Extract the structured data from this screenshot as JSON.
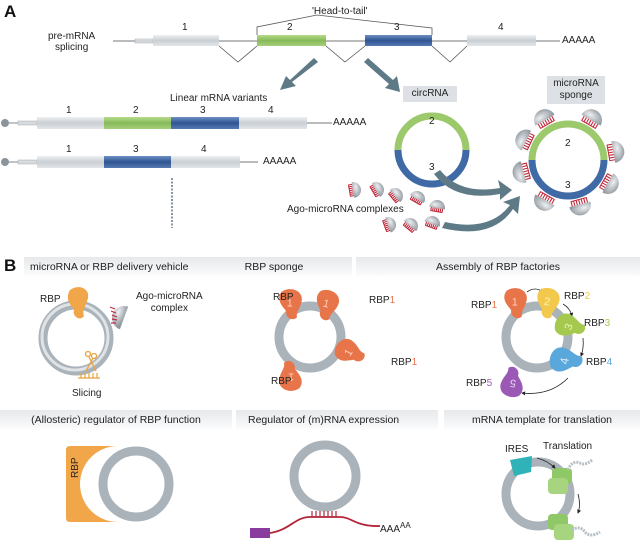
{
  "panel_a": {
    "letter": "A",
    "pre_mrna_label_line1": "pre-mRNA",
    "pre_mrna_label_line2": "splicing",
    "head_to_tail_label": "'Head-to-tail'",
    "exon_labels": [
      "1",
      "2",
      "3",
      "4"
    ],
    "poly_a_tail": "AAAAA",
    "linear_variants_label": "Linear mRNA variants",
    "variant1_exons": [
      "1",
      "2",
      "3",
      "4"
    ],
    "variant2_exons": [
      "1",
      "3",
      "4"
    ],
    "circrna_label": "circRNA",
    "circrna_exons": [
      "2",
      "3"
    ],
    "sponge_label_line1": "microRNA",
    "sponge_label_line2": "sponge",
    "sponge_exons": [
      "2",
      "3"
    ],
    "ago_complexes_label": "Ago-microRNA complexes"
  },
  "panel_b": {
    "letter": "B",
    "cells": [
      {
        "title": "microRNA or RBP delivery vehicle",
        "rbp_label": "RBP",
        "ago_label_line1": "Ago-microRNA",
        "ago_label_line2": "complex",
        "slicing_label": "Slicing"
      },
      {
        "title": "RBP sponge",
        "rbp_prefix": "RBP",
        "rbp_number": "1"
      },
      {
        "title": "Assembly of RBP factories",
        "rbps": [
          {
            "prefix": "RBP",
            "number": "1",
            "color": "#e8744a"
          },
          {
            "prefix": "RBP",
            "number": "2",
            "color": "#f2c94c"
          },
          {
            "prefix": "RBP",
            "number": "3",
            "color": "#a5c84e"
          },
          {
            "prefix": "RBP",
            "number": "4",
            "color": "#5aa7dc"
          },
          {
            "prefix": "RBP",
            "number": "5",
            "color": "#9b59b6"
          }
        ]
      },
      {
        "title": "(Allosteric) regulator of RBP function",
        "rbp_label": "RBP"
      },
      {
        "title": "Regulator of (m)RNA expression",
        "poly_a": "AAA",
        "poly_a_small": "AA"
      },
      {
        "title": "mRNA template for translation",
        "ires_label": "IRES",
        "translation_label": "Translation"
      }
    ]
  },
  "colors": {
    "exon_grey": "#d7dce0",
    "exon_green": "#9cc96b",
    "exon_blue": "#3f6aa5",
    "ring_grey": "#a9b2b9",
    "mirna_red": "#c0283a",
    "arrow_teal": "#5e7a86",
    "rbp_orange": "#f0a649",
    "rbp_sponge": "#e8744a",
    "ires_teal": "#2fb3b8",
    "ribosome_green": "#8fc867",
    "mrna_red": "#b3263a",
    "cap_purple": "#8a3c9e"
  }
}
